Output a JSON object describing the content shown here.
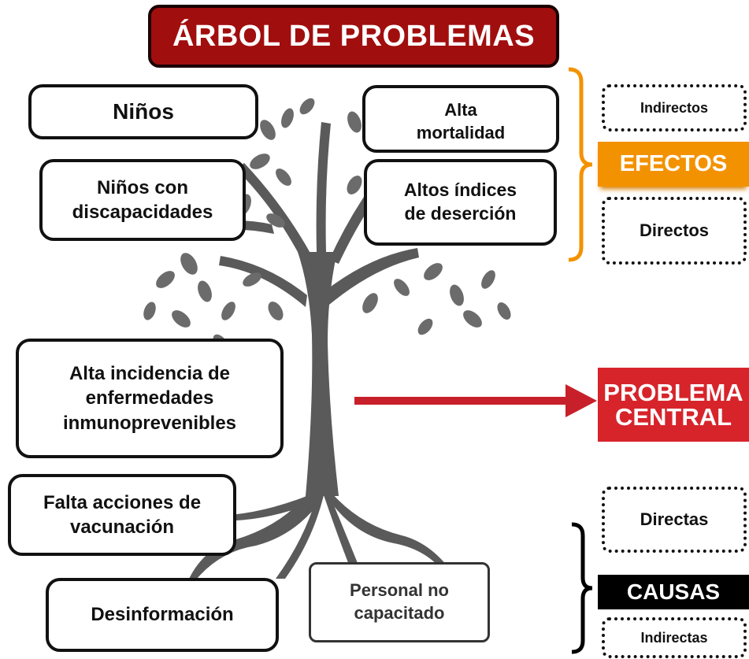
{
  "title": "ÁRBOL DE PROBLEMAS",
  "effects": {
    "left_top": "Niños",
    "left_mid": "Niños con\ndiscapacidades",
    "right_top": "Alta\nmortalidad",
    "right_mid": "Altos índices\nde deserción"
  },
  "central_problem_text": "Alta incidencia de\nenfermedades\ninmunoprevenibles",
  "causes": {
    "direct": "Falta acciones de\nvacunación",
    "indirect": "Desinformación",
    "root": "Personal no\ncapacitado"
  },
  "legend": {
    "effects_indirect": "Indirectos",
    "effects_label": "EFECTOS",
    "effects_direct": "Directos",
    "central_label": "PROBLEMA\nCENTRAL",
    "causes_direct": "Directas",
    "causes_label": "CAUSAS",
    "causes_indirect": "Indirectas"
  },
  "colors": {
    "title_bg": "#a10e0e",
    "effects": "#f39200",
    "central": "#d7242b",
    "causes": "#000000",
    "tree": "#5a5a5a"
  }
}
